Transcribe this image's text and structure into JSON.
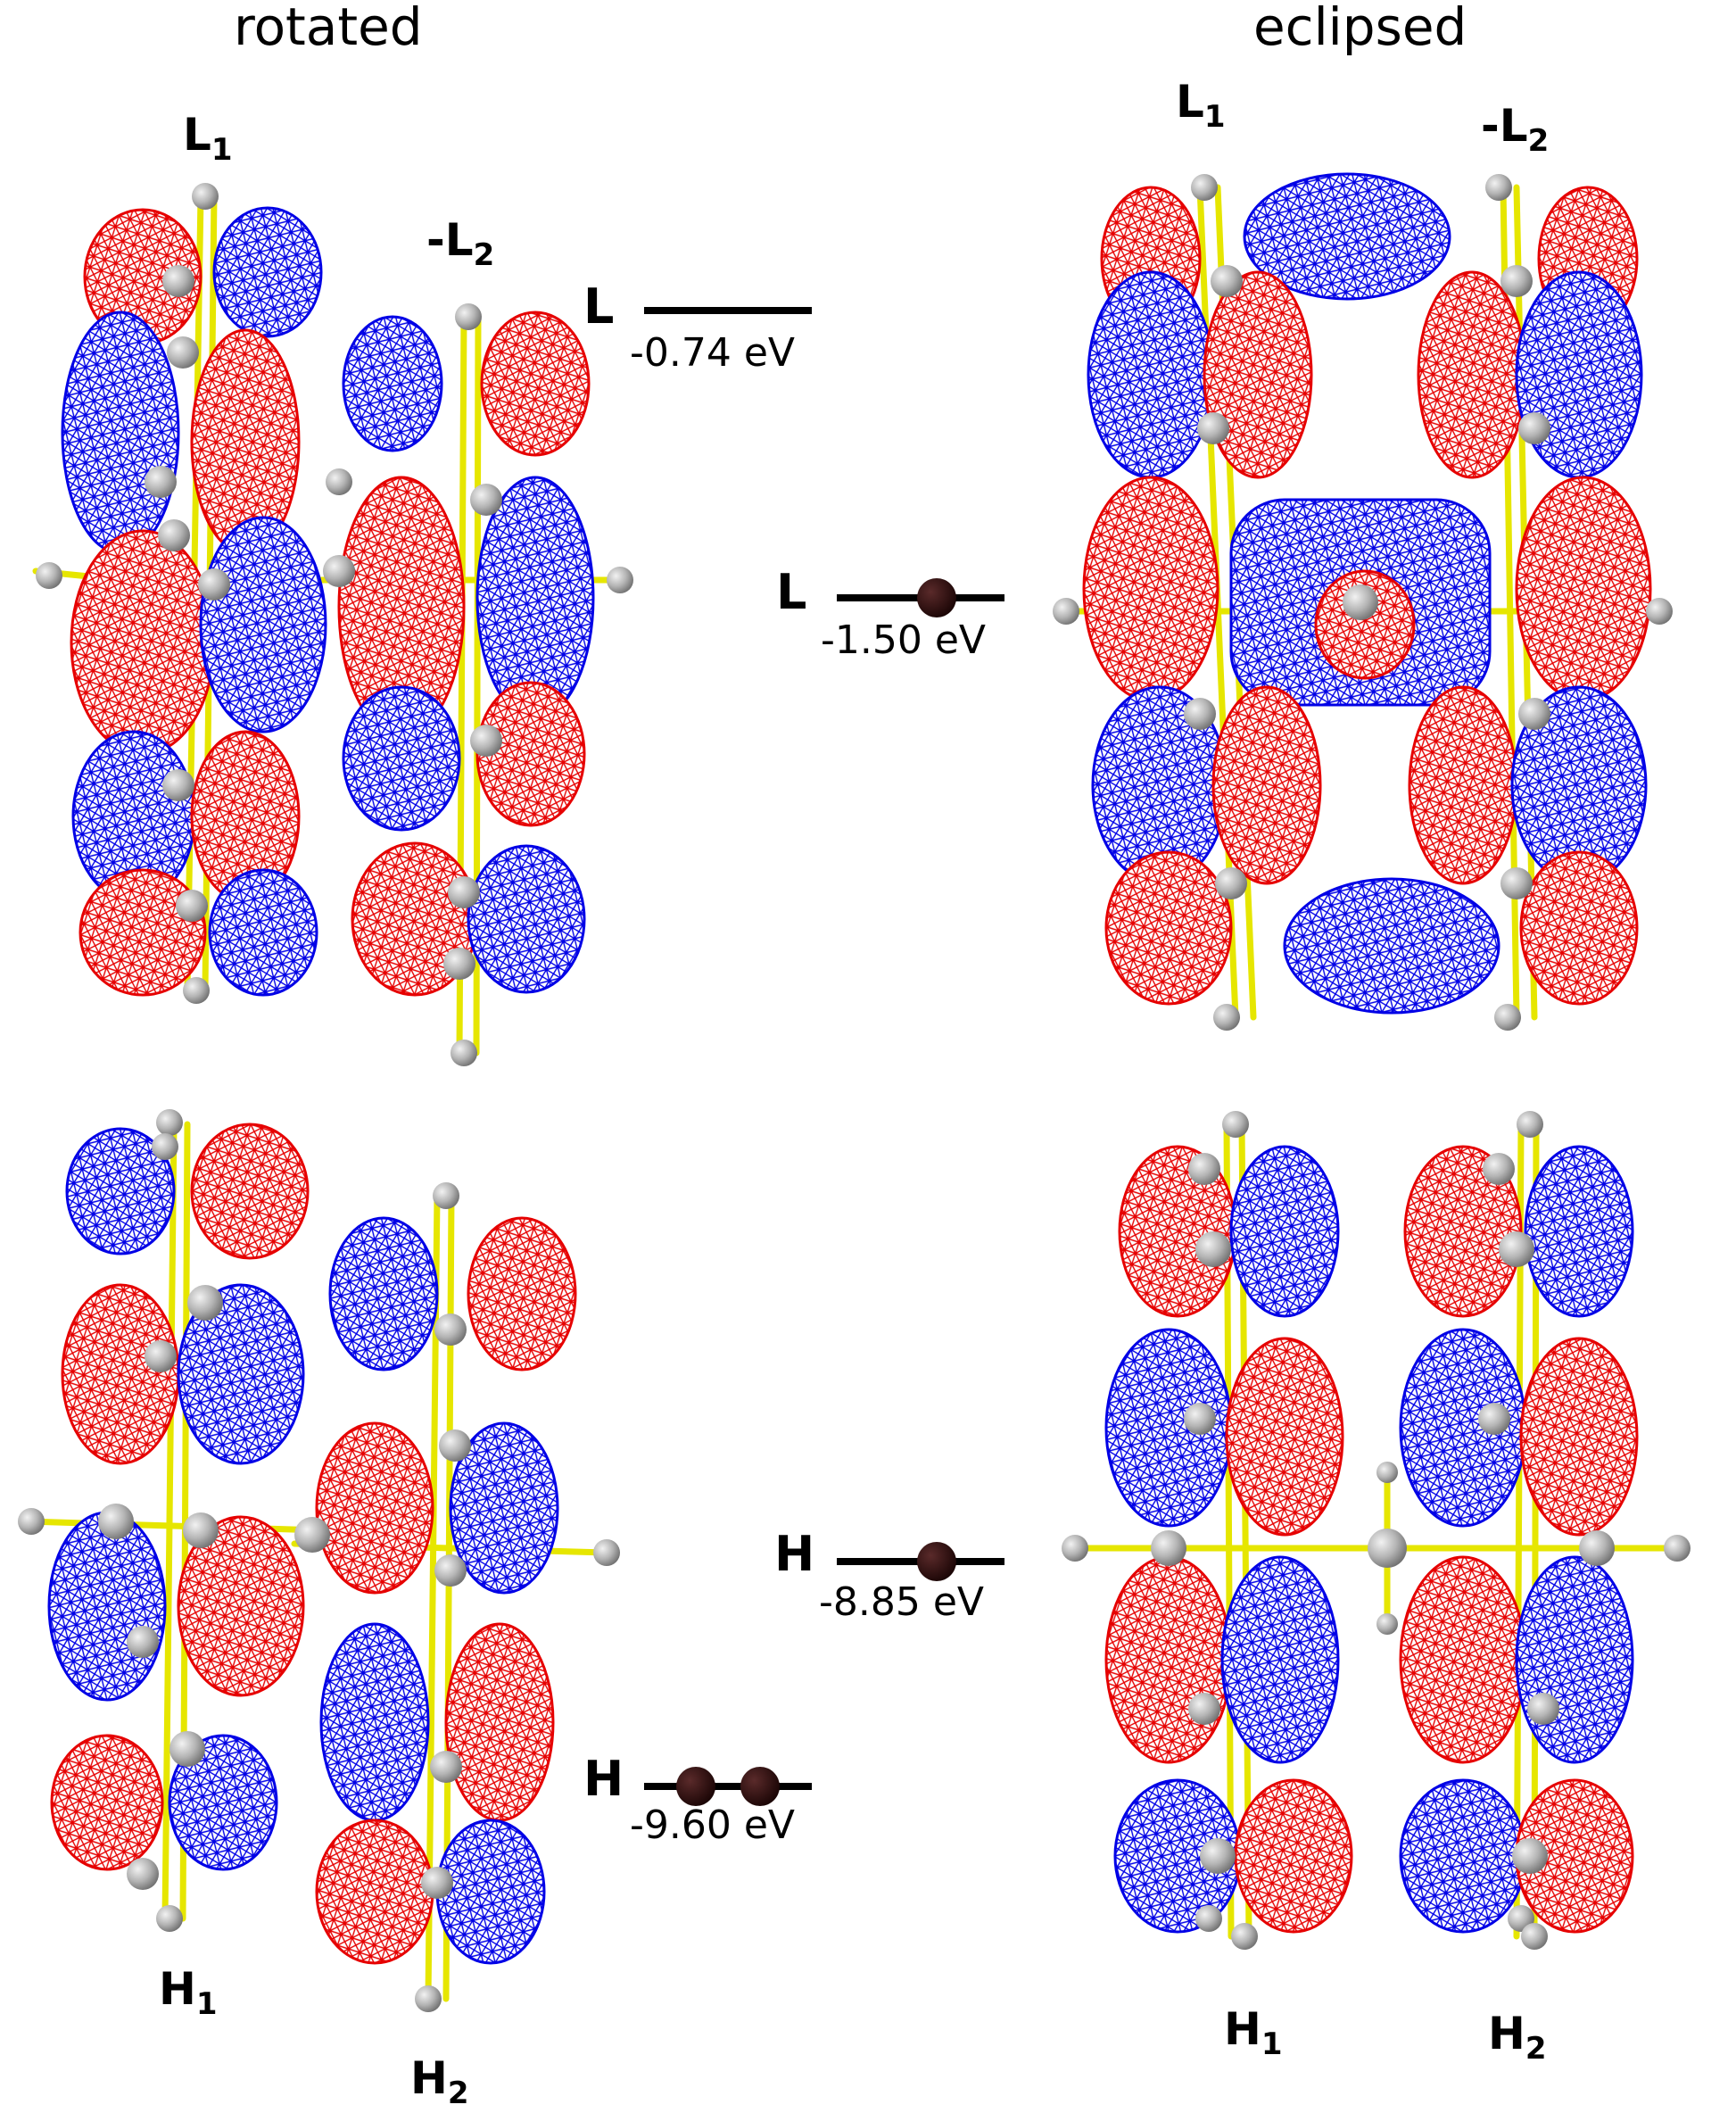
{
  "titles": {
    "rotated": "rotated",
    "eclipsed": "eclipsed"
  },
  "labels": {
    "rot_L1": {
      "base": "L",
      "sub": "1"
    },
    "rot_L2": {
      "base": "-L",
      "sub": "2"
    },
    "ecl_L1": {
      "base": "L",
      "sub": "1"
    },
    "ecl_L2": {
      "base": "-L",
      "sub": "2"
    },
    "rot_H1": {
      "base": "H",
      "sub": "1"
    },
    "rot_H2": {
      "base": "H",
      "sub": "2"
    },
    "ecl_H1": {
      "base": "H",
      "sub": "1"
    },
    "ecl_H2": {
      "base": "H",
      "sub": "2"
    }
  },
  "levels": [
    {
      "id": "rot_lumo",
      "letter": "L",
      "energy": "-0.74 eV",
      "electrons": 0
    },
    {
      "id": "ecl_lumo",
      "letter": "L",
      "energy": "-1.50 eV",
      "electrons": 1
    },
    {
      "id": "ecl_homo",
      "letter": "H",
      "energy": "-8.85 eV",
      "electrons": 1
    },
    {
      "id": "rot_homo",
      "letter": "H",
      "energy": "-9.60 eV",
      "electrons": 2
    }
  ],
  "colors": {
    "positive_lobe": "#e60000",
    "negative_lobe": "#0000e6",
    "bond": "#e6e600",
    "atom": "#b4b4b4",
    "electron": "#2a0a0a"
  }
}
